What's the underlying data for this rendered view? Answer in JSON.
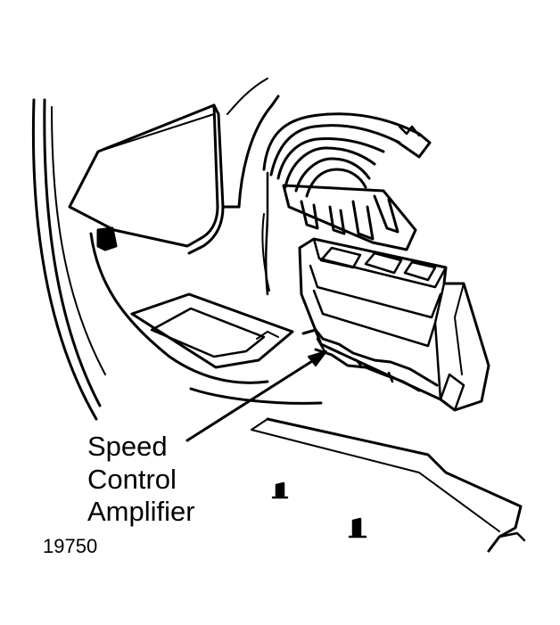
{
  "callout": {
    "lines": [
      "Speed",
      "Control",
      "Amplifier"
    ]
  },
  "figure_number": "19750",
  "colors": {
    "ink": "#000000",
    "paper": "#ffffff"
  }
}
